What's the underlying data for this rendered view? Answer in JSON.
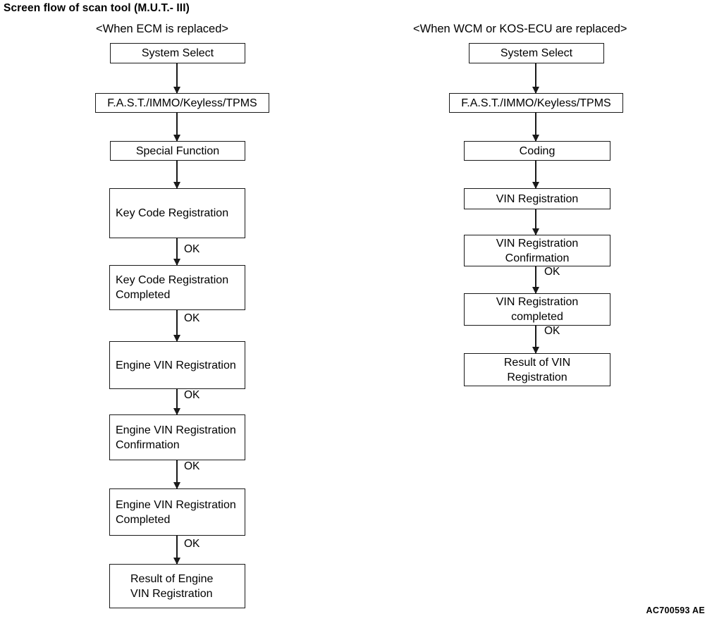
{
  "page": {
    "title": "Screen flow of scan tool (M.U.T.- III)",
    "footer_code": "AC700593 AE",
    "line_color": "#1a1a1a",
    "background_color": "#ffffff"
  },
  "columns": [
    {
      "id": "ecm",
      "heading": "<When ECM is replaced>",
      "nodes": [
        {
          "id": "sys-select",
          "lines": [
            "System Select"
          ],
          "align": "center"
        },
        {
          "id": "fast-immo",
          "lines": [
            "F.A.S.T./IMMO/Keyless/TPMS"
          ],
          "align": "center"
        },
        {
          "id": "special-function",
          "lines": [
            "Special Function"
          ],
          "align": "center"
        },
        {
          "id": "key-code-reg",
          "lines": [
            "Key Code Registration"
          ],
          "align": "left"
        },
        {
          "id": "key-code-done",
          "lines": [
            "Key Code Registration",
            "Completed"
          ],
          "align": "left"
        },
        {
          "id": "eng-vin-reg",
          "lines": [
            "Engine VIN Registration"
          ],
          "align": "left"
        },
        {
          "id": "eng-vin-confirm",
          "lines": [
            "Engine VIN Registration",
            "Confirmation"
          ],
          "align": "left"
        },
        {
          "id": "eng-vin-done",
          "lines": [
            "Engine VIN Registration",
            "Completed"
          ],
          "align": "left"
        },
        {
          "id": "eng-vin-result",
          "lines": [
            "Result of Engine",
            "VIN Registration"
          ],
          "align": "indent"
        }
      ],
      "edge_labels": [
        "",
        "",
        "",
        "OK",
        "OK",
        "OK",
        "OK",
        "OK"
      ]
    },
    {
      "id": "wcm-kos",
      "heading": "<When WCM or KOS-ECU are replaced>",
      "nodes": [
        {
          "id": "sys-select-2",
          "lines": [
            "System Select"
          ],
          "align": "center"
        },
        {
          "id": "fast-immo-2",
          "lines": [
            "F.A.S.T./IMMO/Keyless/TPMS"
          ],
          "align": "center"
        },
        {
          "id": "coding",
          "lines": [
            "Coding"
          ],
          "align": "center"
        },
        {
          "id": "vin-reg",
          "lines": [
            "VIN Registration"
          ],
          "align": "center"
        },
        {
          "id": "vin-reg-confirm",
          "lines": [
            "VIN Registration",
            "Confirmation"
          ],
          "align": "center"
        },
        {
          "id": "vin-reg-completed",
          "lines": [
            "VIN Registration",
            "completed"
          ],
          "align": "center"
        },
        {
          "id": "vin-reg-result",
          "lines": [
            "Result of VIN",
            "Registration"
          ],
          "align": "center"
        }
      ],
      "edge_labels": [
        "",
        "",
        "",
        "",
        "OK",
        "OK"
      ]
    }
  ]
}
